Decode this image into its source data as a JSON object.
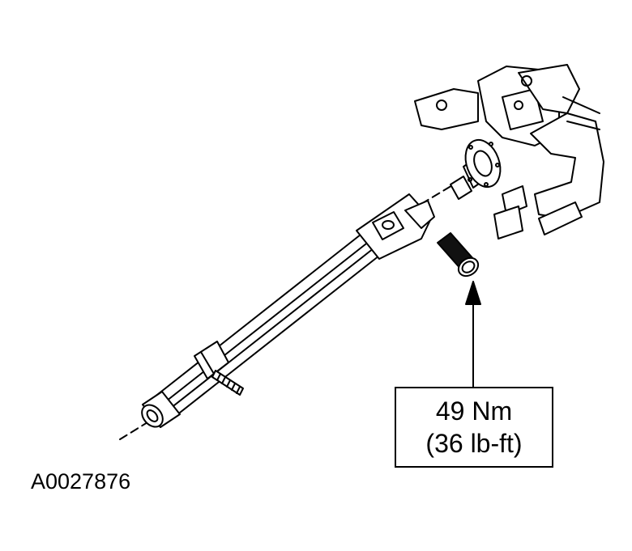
{
  "figure": {
    "id": "A0027876",
    "torque_callout": {
      "metric": "49 Nm",
      "imperial": "(36 lb-ft)"
    }
  },
  "colors": {
    "line": "#000000",
    "background": "#ffffff",
    "knurl": "#111111"
  }
}
